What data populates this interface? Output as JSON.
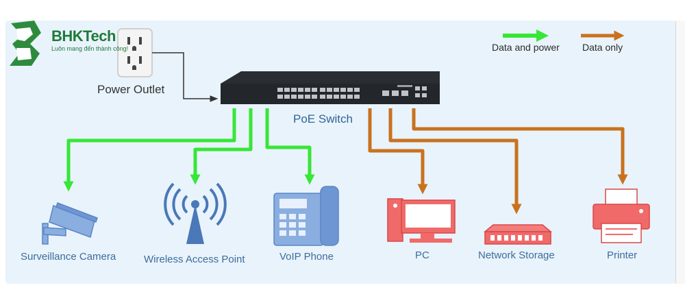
{
  "brand": {
    "name": "BHKTech",
    "slogan": "Luôn mang đến thành công!",
    "color": "#1f7a3a"
  },
  "legend": {
    "data_and_power": "Data and power",
    "data_only": "Data only",
    "green_color": "#37e637",
    "orange_color": "#c8721e"
  },
  "power_outlet": {
    "label": "Power Outlet"
  },
  "switch": {
    "label": "PoE Switch"
  },
  "devices_poe": [
    {
      "label": "Surveillance Camera",
      "icon": "camera-icon"
    },
    {
      "label": "Wireless Access Point",
      "icon": "access-point-icon"
    },
    {
      "label": "VoIP Phone",
      "icon": "phone-icon"
    }
  ],
  "devices_data": [
    {
      "label": "PC",
      "icon": "pc-icon"
    },
    {
      "label": "Network Storage",
      "icon": "storage-icon"
    },
    {
      "label": "Printer",
      "icon": "printer-icon"
    }
  ]
}
